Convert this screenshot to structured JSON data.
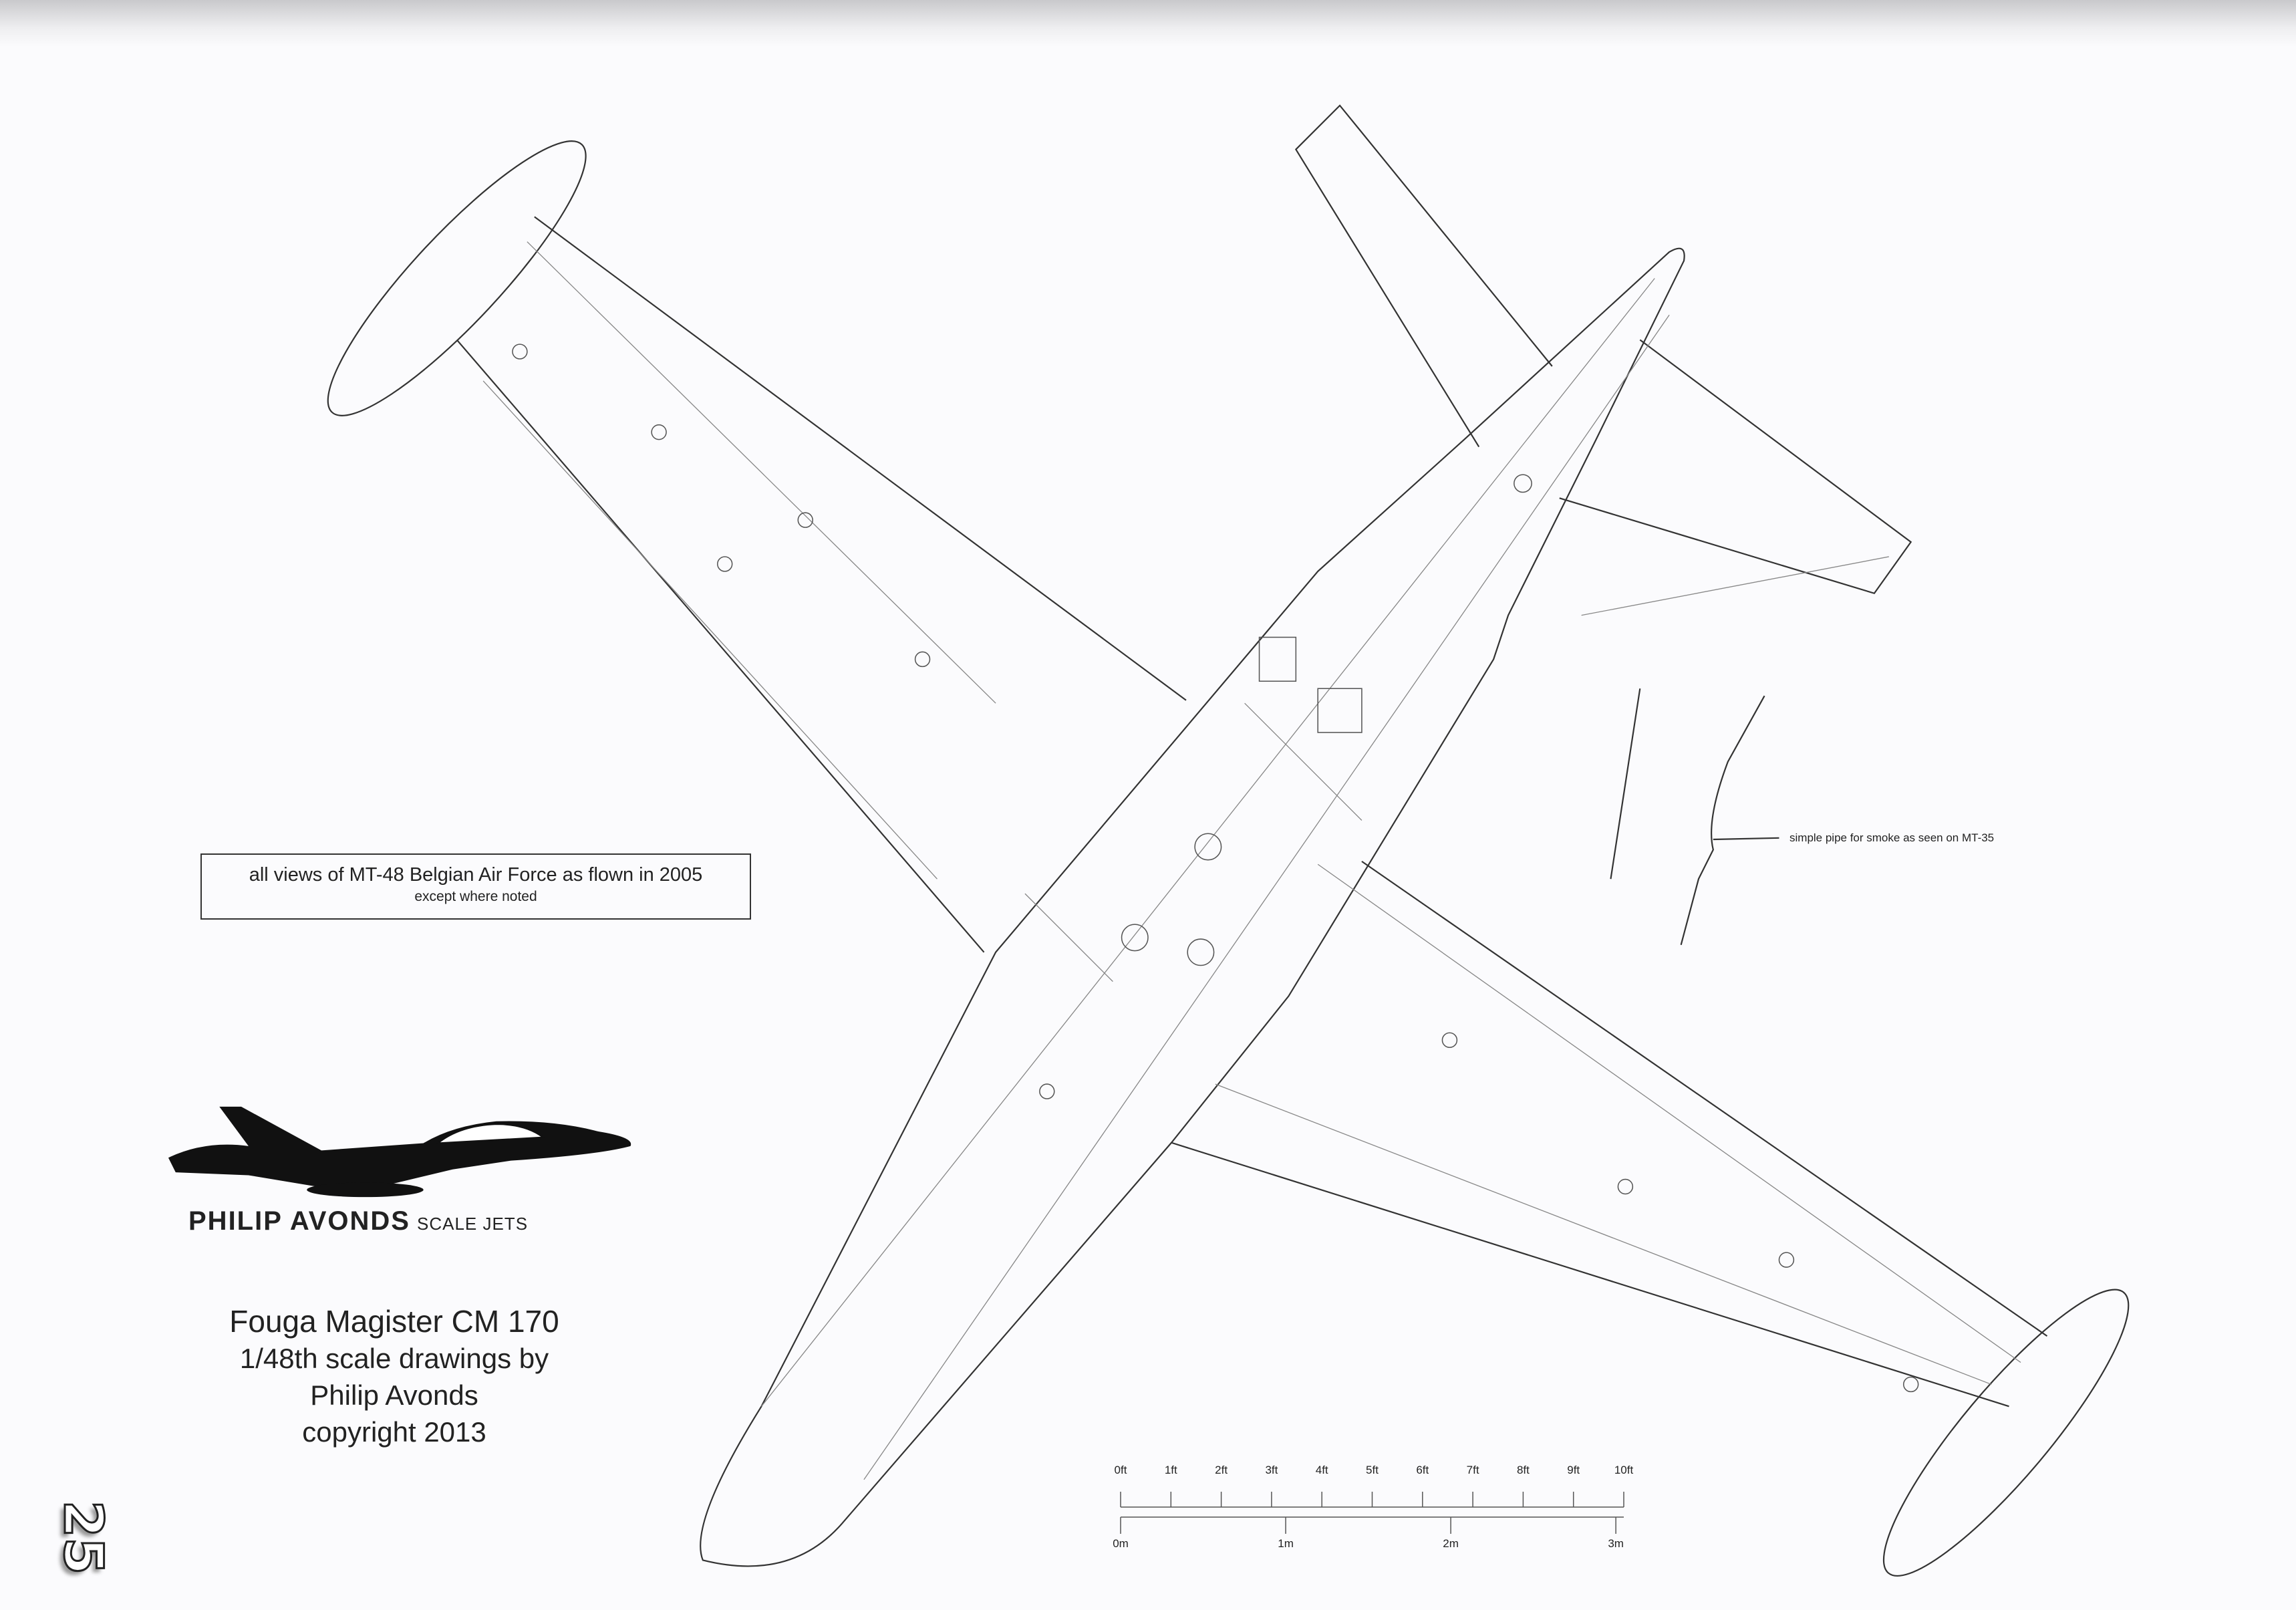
{
  "note_box": {
    "line1": "all views of MT-48 Belgian Air Force as flown in 2005",
    "line2": "except where noted"
  },
  "logo": {
    "brand": "PHILIP AVONDS",
    "tagline": "SCALE JETS"
  },
  "title_block": {
    "title": "Fouga Magister CM 170",
    "scale": "1/48th scale drawings by",
    "author": "Philip Avonds",
    "copyright": "copyright 2013"
  },
  "annotation": "simple pipe for smoke as seen on MT-35",
  "scale_bar": {
    "feet_labels": [
      "0ft",
      "1ft",
      "2ft",
      "3ft",
      "4ft",
      "5ft",
      "6ft",
      "7ft",
      "8ft",
      "9ft",
      "10ft"
    ],
    "meter_labels": [
      "0m",
      "1m",
      "2m",
      "3m"
    ]
  },
  "page_number": "25"
}
